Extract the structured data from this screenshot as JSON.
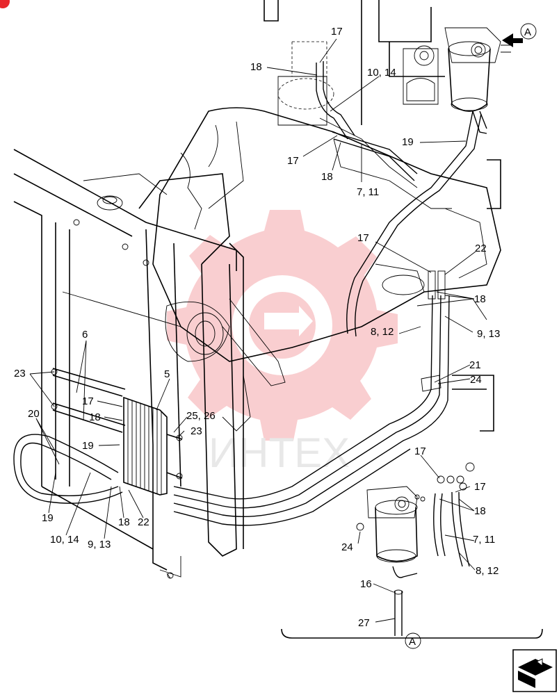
{
  "diagram": {
    "view_ref_top": "A",
    "view_ref_bottom": "A",
    "watermark_text": "ИНТЕХ",
    "brand_color": "#e8272c",
    "labels": {
      "l17a": "17",
      "l18a": "18",
      "l10_14a": "10, 14",
      "l17b": "17",
      "l18b": "18",
      "l7_11a": "7, 11",
      "l19a": "19",
      "l17c": "17",
      "l22a": "22",
      "l18c": "18",
      "l8_12a": "8, 12",
      "l9_13a": "9, 13",
      "l21": "21",
      "l24a": "24",
      "l6": "6",
      "l5": "5",
      "l23a": "23",
      "l17d": "17",
      "l18d": "18",
      "l25_26": "25, 26",
      "l23b": "23",
      "l20": "20",
      "l19b": "19",
      "l19c": "19",
      "l18e": "18",
      "l22b": "22",
      "l10_14b": "10, 14",
      "l9_13b": "9, 13",
      "l17e": "17",
      "l17f": "17",
      "l18f": "18",
      "l7_11b": "7, 11",
      "l24b": "24",
      "l8_12b": "8, 12",
      "l16": "16",
      "l27": "27"
    }
  }
}
